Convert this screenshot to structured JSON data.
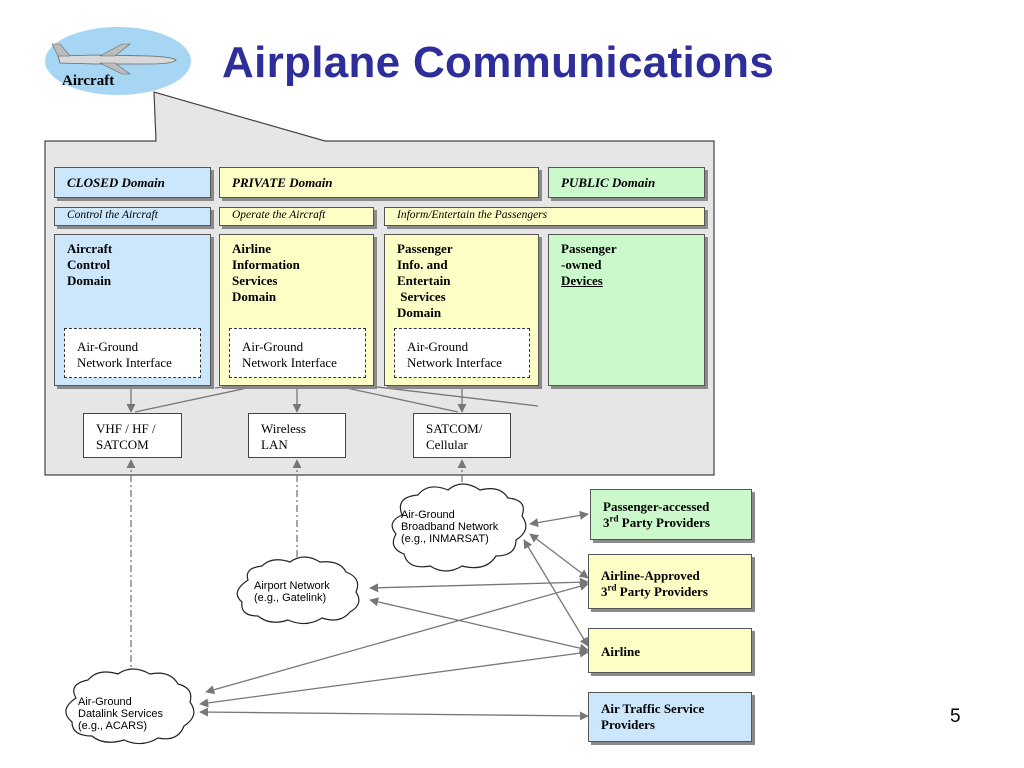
{
  "slide": {
    "title": "Airplane Communications",
    "number": "5",
    "aircraft_label": "Aircraft"
  },
  "domains": {
    "closed": {
      "header": "CLOSED Domain",
      "subtitle": "Control the Aircraft",
      "body": "Aircraft\nControl\nDomain"
    },
    "private": {
      "header": "PRIVATE Domain",
      "subtitle_a": "Operate the Aircraft",
      "subtitle_b": "Inform/Entertain the Passengers",
      "body_a": "Airline\nInformation\nServices\nDomain",
      "body_b": "Passenger\nInfo. and\nEntertain\n Services\nDomain"
    },
    "public": {
      "header": "PUBLIC Domain",
      "body_line1": "Passenger",
      "body_line2": "-owned",
      "body_line3": "Devices"
    }
  },
  "interfaces": {
    "agni": "Air-Ground\nNetwork Interface"
  },
  "radios": {
    "vhf": "VHF / HF /\nSATCOM",
    "wireless": "Wireless\nLAN",
    "satcom": "SATCOM/\nCellular"
  },
  "networks": {
    "broadband": "Air-Ground\nBroadband Network\n(e.g., INMARSAT)",
    "airport": "Airport Network\n(e.g., Gatelink)",
    "datalink": "Air-Ground\nDatalink Services\n(e.g., ACARS)"
  },
  "providers": {
    "passenger": {
      "line1a": "Passenger-accessed",
      "line2_pre": "3",
      "line2_sup": "rd",
      "line2_post": " Party Providers"
    },
    "airline_approved": {
      "line1a": "Airline-Approved",
      "line2_pre": "3",
      "line2_sup": "rd",
      "line2_post": " Party Providers"
    },
    "airline": {
      "label": "Airline"
    },
    "ats": {
      "label": "Air Traffic Service\nProviders"
    }
  },
  "colors": {
    "title": "#2e2e9a",
    "closed": "#cce6fb",
    "private": "#fdfdc6",
    "public": "#ccf9cc",
    "panel": "#e6e6e6",
    "arrow": "#777777"
  }
}
